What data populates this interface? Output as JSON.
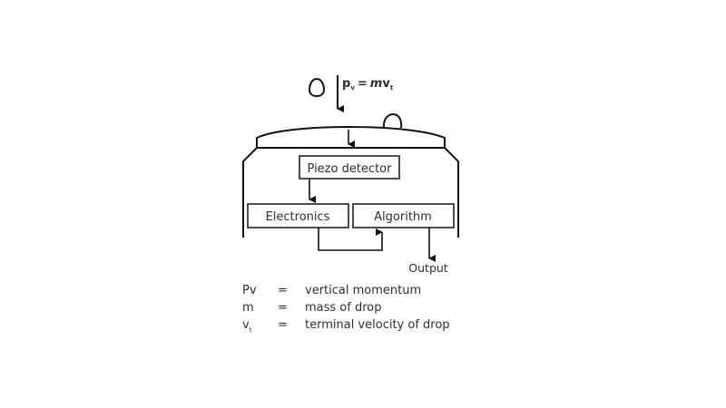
{
  "diagram": {
    "formula": {
      "lhs": "p",
      "lhs_sub": "v",
      "equals": "=",
      "rhs_m": "m",
      "rhs_v": "v",
      "rhs_sub": "t"
    },
    "boxes": {
      "piezo": "Piezo detector",
      "electronics": "Electronics",
      "algorithm": "Algorithm"
    },
    "output_label": "Output"
  },
  "legend": [
    {
      "symbol": "Pv",
      "symbol_sub": "",
      "equals": "=",
      "definition": "vertical momentum"
    },
    {
      "symbol": "m",
      "symbol_sub": "",
      "equals": "=",
      "definition": "mass of drop"
    },
    {
      "symbol": "v",
      "symbol_sub": "t",
      "equals": "=",
      "definition": "terminal velocity of drop"
    }
  ]
}
